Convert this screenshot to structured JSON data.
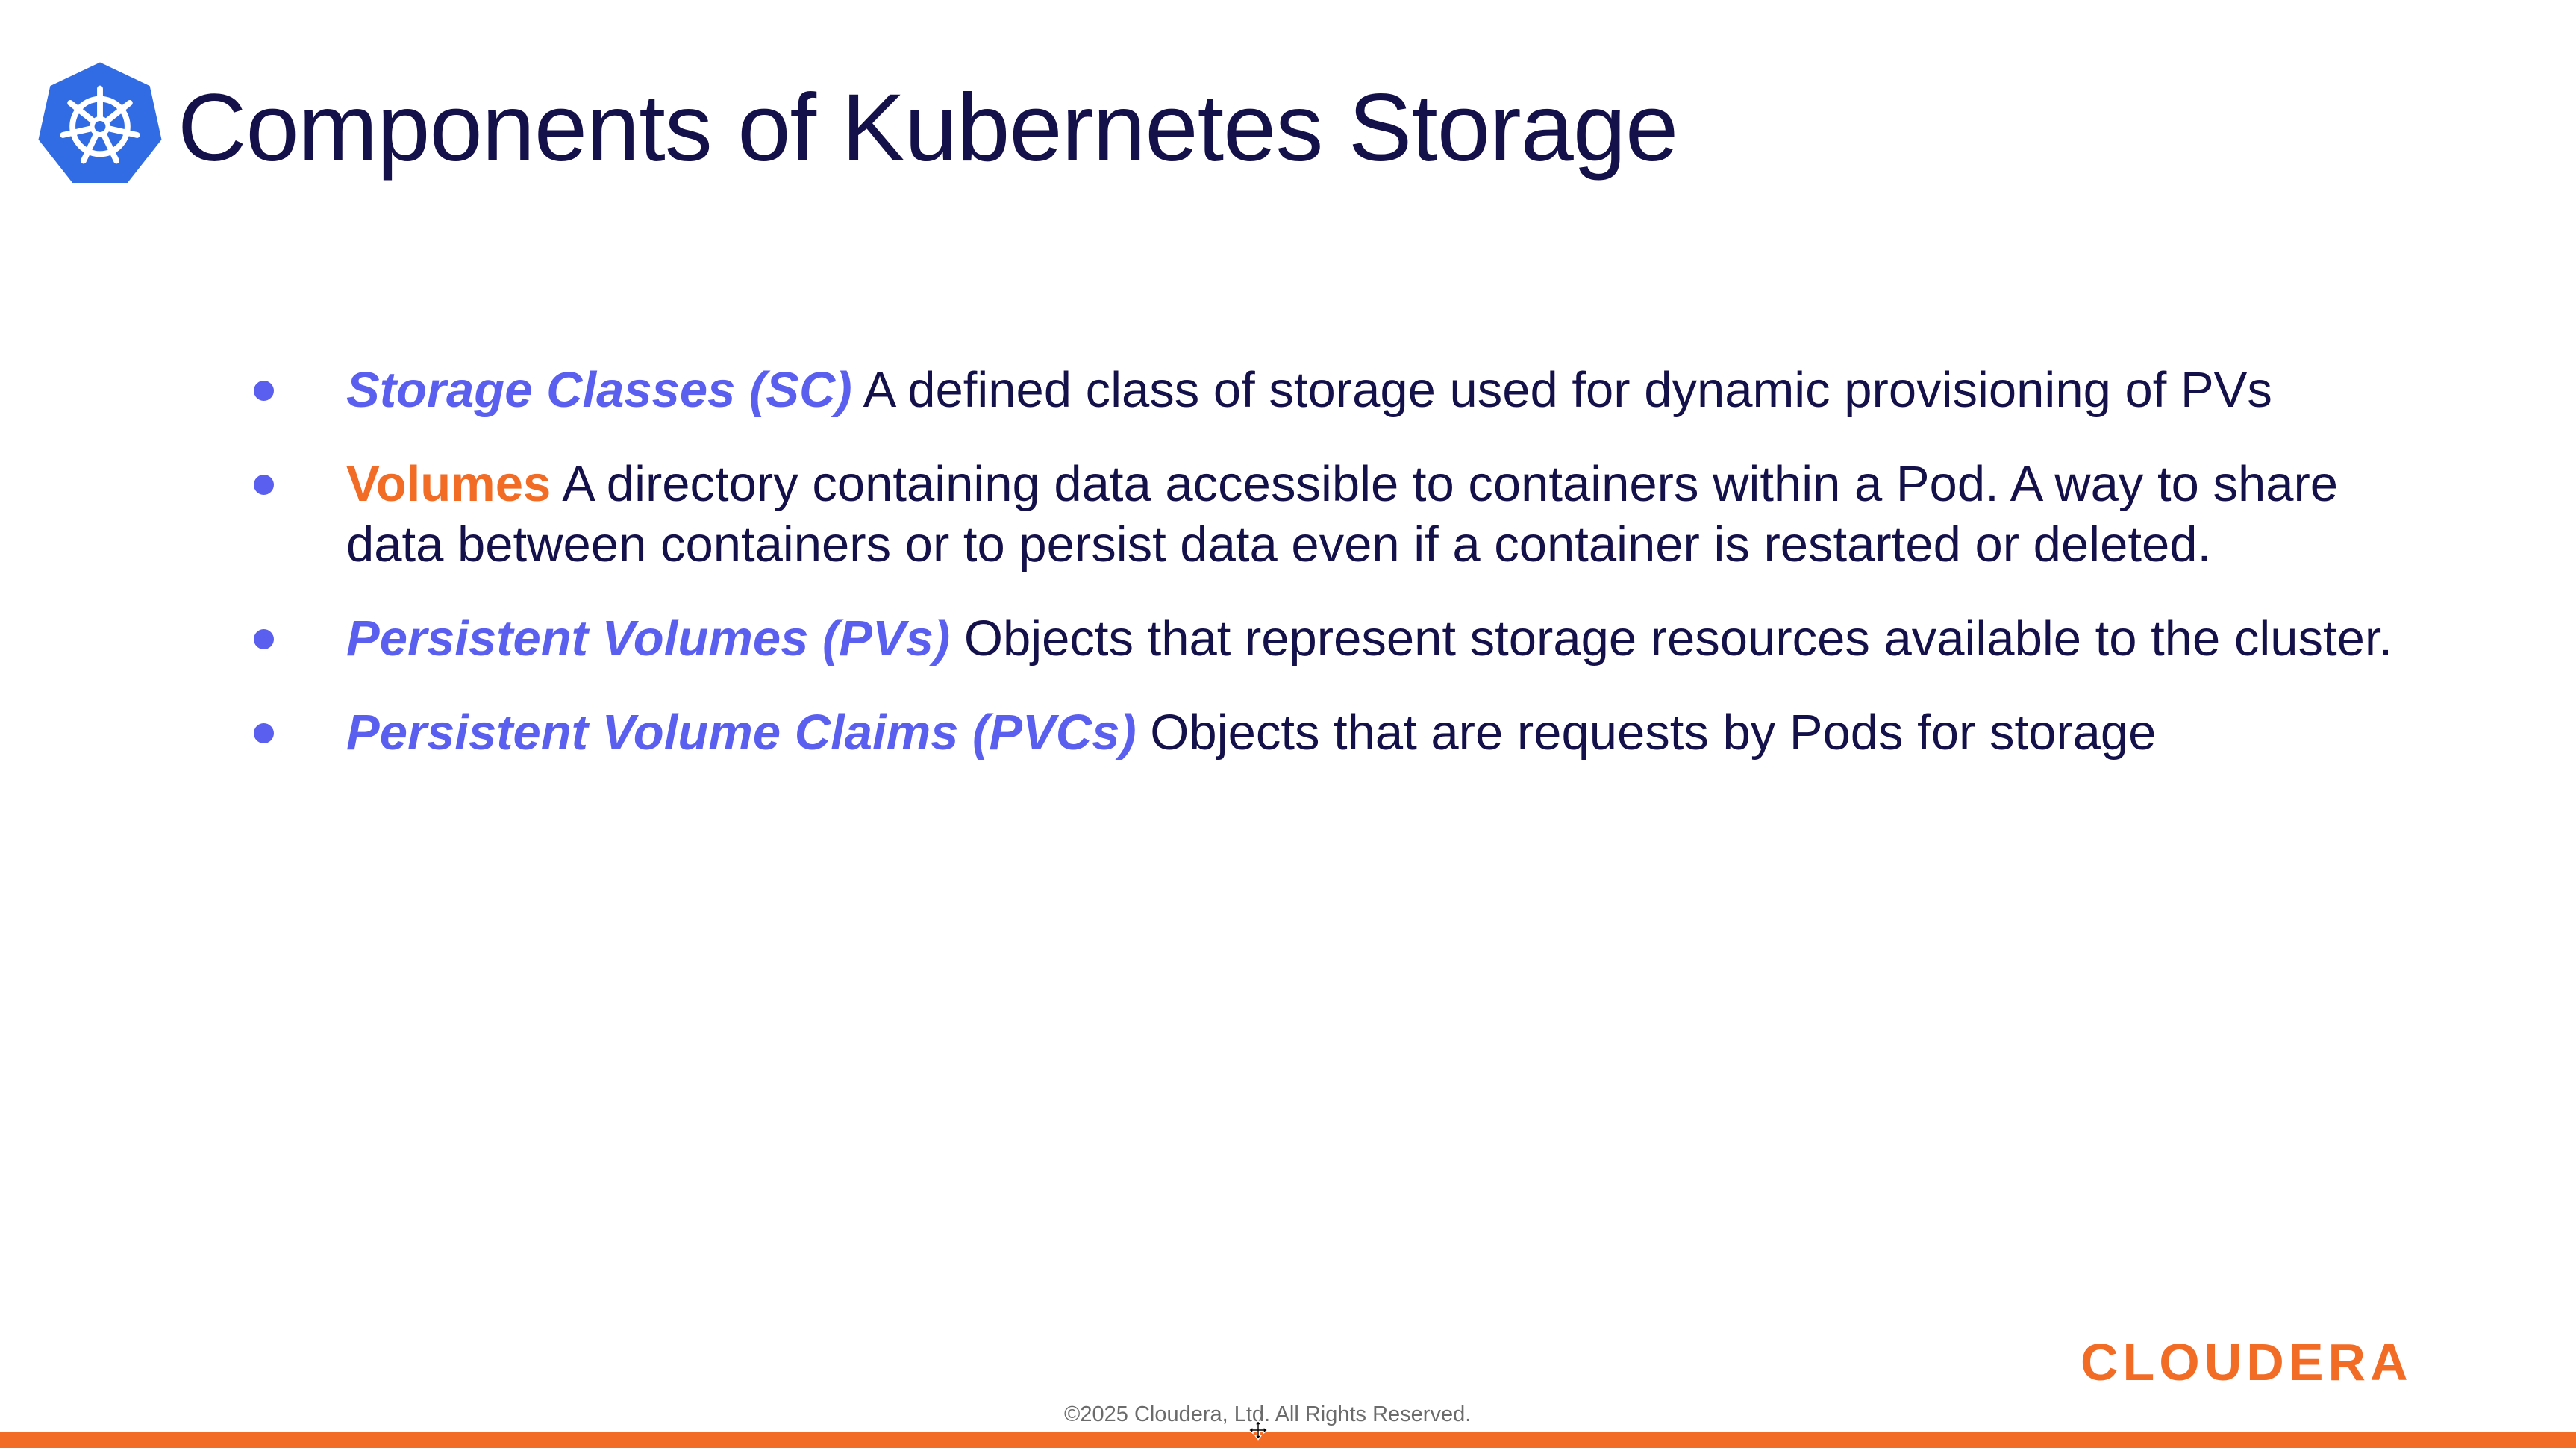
{
  "slide": {
    "title": "Components of Kubernetes Storage",
    "logo_icon": "kubernetes-helm-wheel-icon",
    "bullets": [
      {
        "term": "Storage Classes (SC)",
        "description": " A defined class of storage used for dynamic provisioning of PVs"
      },
      {
        "term": "Volumes",
        "description": " A directory containing data accessible to containers within a Pod. A way to share data between containers or to persist data even if a container is restarted or deleted."
      },
      {
        "term": "Persistent Volumes (PVs)",
        "description": " Objects that represent storage resources available to the cluster."
      },
      {
        "term": "Persistent Volume Claims (PVCs)",
        "description": " Objects that are requests by Pods for storage"
      }
    ]
  },
  "footer": {
    "brand": "CLOUDERA",
    "copyright": "©2025 Cloudera, Ltd. All Rights Reserved."
  },
  "colors": {
    "title": "#14104a",
    "accent_blue": "#5b5ff0",
    "accent_orange": "#f26c26",
    "kubernetes_blue": "#326ce5"
  }
}
